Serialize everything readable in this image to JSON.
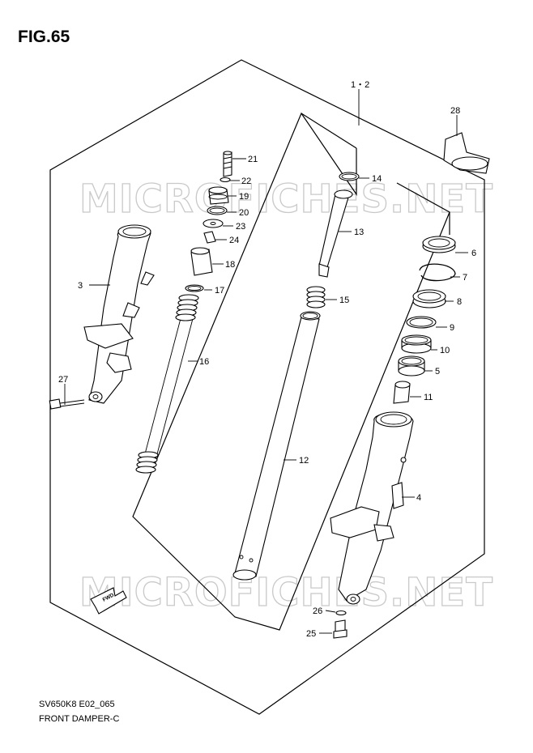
{
  "figure": {
    "number": "FIG.65"
  },
  "footer": {
    "code": "SV650K8 E02_065",
    "name": "FRONT DAMPER-C"
  },
  "watermarks": [
    "MICROFICHES.NET",
    "MICROFICHES.NET"
  ],
  "arrow_label": "FWD",
  "callouts": {
    "c1_2": "1・2",
    "c3": "3",
    "c4": "4",
    "c5": "5",
    "c6": "6",
    "c7": "7",
    "c8": "8",
    "c9": "9",
    "c10": "10",
    "c11": "11",
    "c12": "12",
    "c13": "13",
    "c14": "14",
    "c15": "15",
    "c16": "16",
    "c17": "17",
    "c18": "18",
    "c19": "19",
    "c20": "20",
    "c21": "21",
    "c22": "22",
    "c23": "23",
    "c24": "24",
    "c25": "25",
    "c26": "26",
    "c27": "27",
    "c28": "28"
  }
}
